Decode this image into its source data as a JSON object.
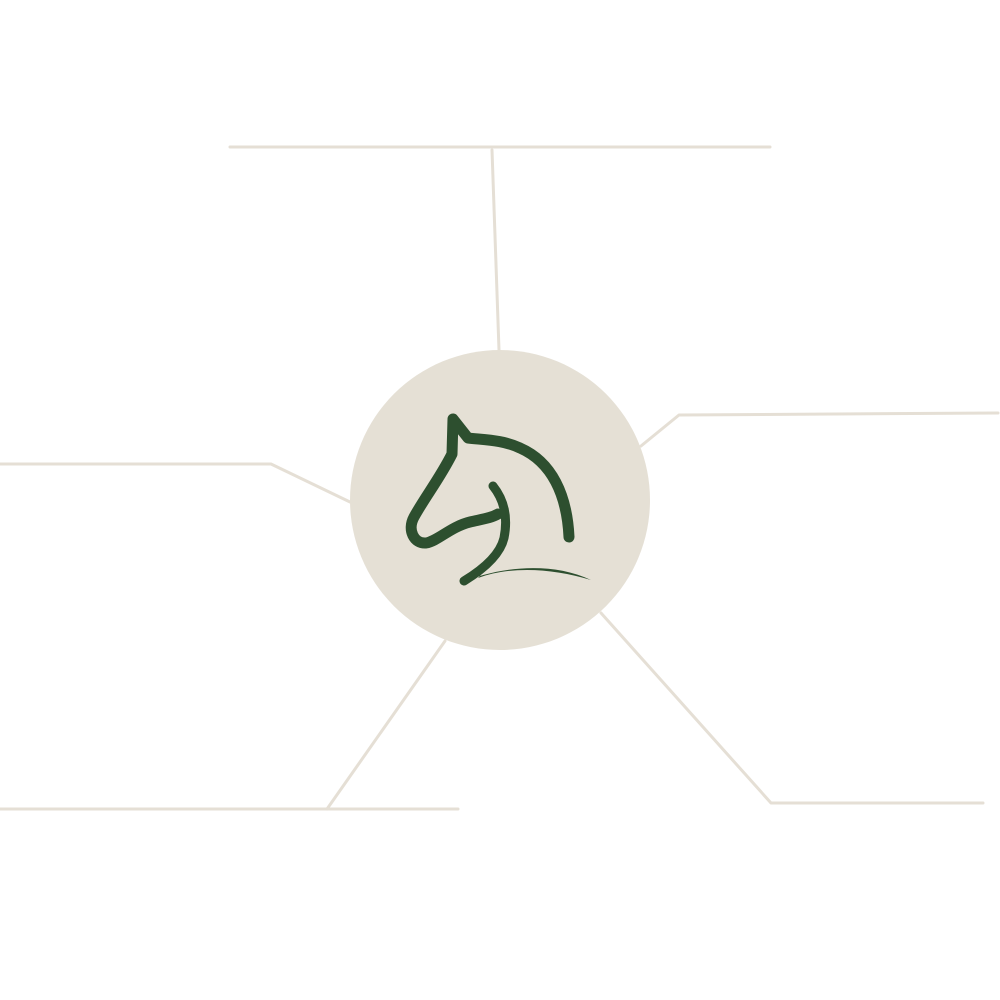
{
  "colors": {
    "background": "#ffffff",
    "connector_line": "#e5dfd5",
    "hub_fill": "#e5e0d5",
    "logo_icon": "#2d4f2f"
  },
  "hub": {
    "icon": "horse-head-icon"
  },
  "connectors": [
    {
      "name": "connector-top"
    },
    {
      "name": "connector-right"
    },
    {
      "name": "connector-left"
    },
    {
      "name": "connector-bottom-left"
    },
    {
      "name": "connector-bottom-right"
    }
  ]
}
